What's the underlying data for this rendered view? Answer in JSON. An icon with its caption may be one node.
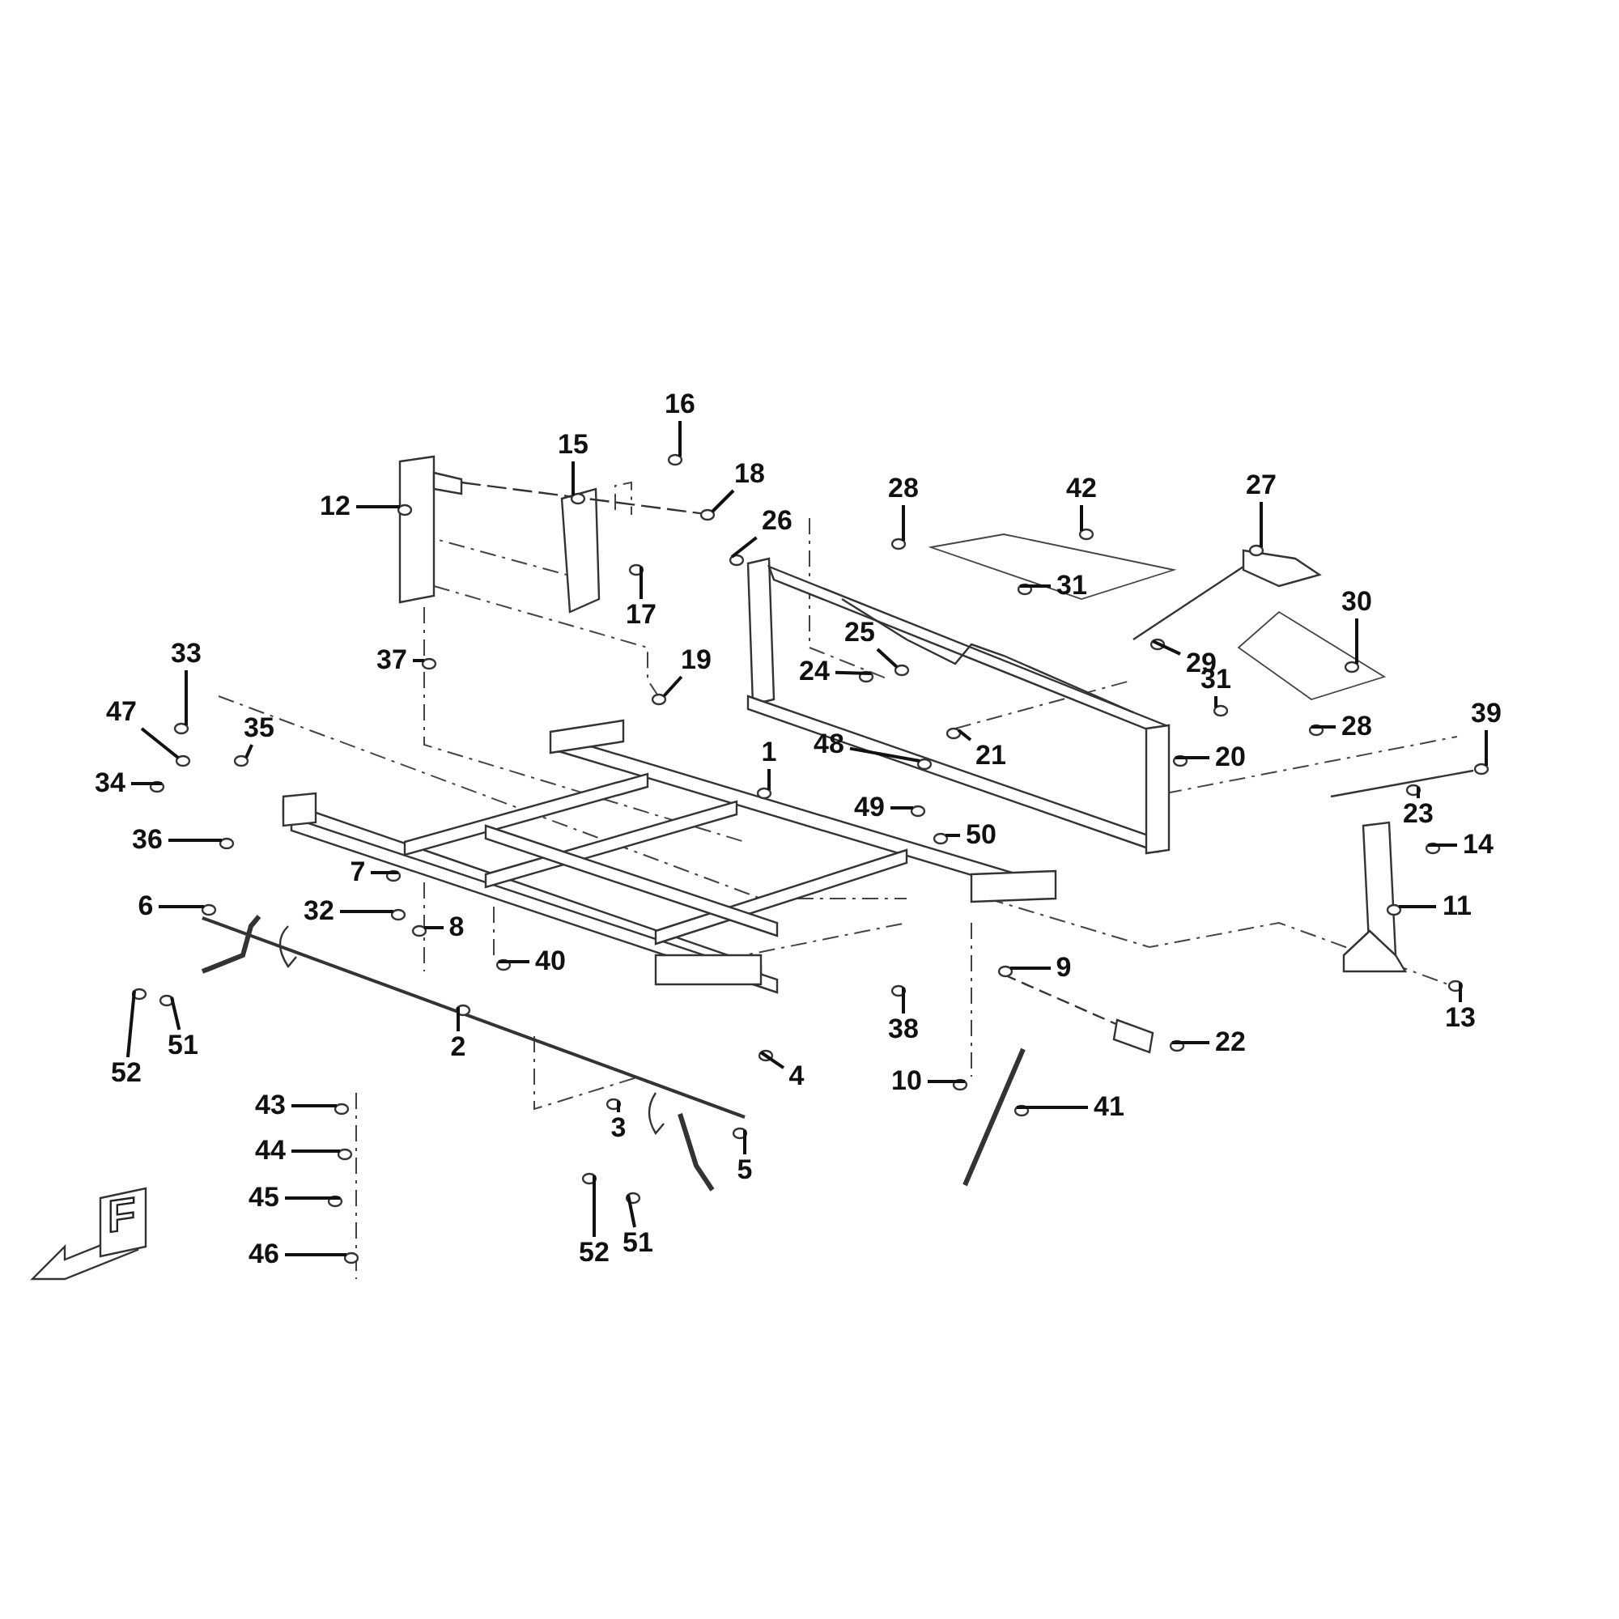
{
  "diagram": {
    "nodes": [
      {
        "text": [
          "16"
        ]
      },
      {
        "text": [
          "15"
        ]
      },
      {
        "text": [
          "18"
        ]
      },
      {
        "text": [
          "12"
        ]
      },
      {
        "text": [
          "28"
        ]
      },
      {
        "text": [
          "42"
        ]
      },
      {
        "text": [
          "27"
        ]
      },
      {
        "text": [
          "26"
        ]
      },
      {
        "text": [
          "17"
        ]
      },
      {
        "text": [
          "31"
        ]
      },
      {
        "text": [
          "30"
        ]
      },
      {
        "text": [
          "37"
        ]
      },
      {
        "text": [
          "19"
        ]
      },
      {
        "text": [
          "25"
        ]
      },
      {
        "text": [
          "24"
        ]
      },
      {
        "text": [
          "29"
        ]
      },
      {
        "text": [
          "33"
        ]
      },
      {
        "text": [
          "31"
        ]
      },
      {
        "text": [
          "35"
        ]
      },
      {
        "text": [
          "28"
        ]
      },
      {
        "text": [
          "39"
        ]
      },
      {
        "text": [
          "47"
        ]
      },
      {
        "text": [
          "21"
        ]
      },
      {
        "text": [
          "20"
        ]
      },
      {
        "text": [
          "1"
        ]
      },
      {
        "text": [
          "48"
        ]
      },
      {
        "text": [
          "34"
        ]
      },
      {
        "text": [
          "49"
        ]
      },
      {
        "text": [
          "23"
        ]
      },
      {
        "text": [
          "36"
        ]
      },
      {
        "text": [
          "50"
        ]
      },
      {
        "text": [
          "14"
        ]
      },
      {
        "text": [
          "7"
        ]
      },
      {
        "text": [
          "32"
        ]
      },
      {
        "text": [
          "11"
        ]
      },
      {
        "text": [
          "6"
        ]
      },
      {
        "text": [
          "8"
        ]
      },
      {
        "text": [
          "40"
        ]
      },
      {
        "text": [
          "9"
        ]
      },
      {
        "text": [
          "52"
        ]
      },
      {
        "text": [
          "51"
        ]
      },
      {
        "text": [
          "2"
        ]
      },
      {
        "text": [
          "38"
        ]
      },
      {
        "text": [
          "22"
        ]
      },
      {
        "text": [
          "13"
        ]
      },
      {
        "text": [
          "4"
        ]
      },
      {
        "text": [
          "10"
        ]
      },
      {
        "text": [
          "43"
        ]
      },
      {
        "text": [
          "3"
        ]
      },
      {
        "text": [
          "41"
        ]
      },
      {
        "text": [
          "5"
        ]
      },
      {
        "text": [
          "44"
        ]
      },
      {
        "text": [
          "45"
        ]
      },
      {
        "text": [
          "46"
        ]
      },
      {
        "text": [
          "52"
        ]
      },
      {
        "text": [
          "51"
        ]
      }
    ],
    "edges": [
      {
        "from": 0,
        "to": null,
        "arrow": "none"
      },
      {
        "from": 1,
        "to": null,
        "arrow": "none"
      },
      {
        "from": 2,
        "to": null,
        "arrow": "none"
      },
      {
        "from": 3,
        "to": null,
        "arrow": "none"
      },
      {
        "from": 4,
        "to": null,
        "arrow": "none"
      },
      {
        "from": 5,
        "to": null,
        "arrow": "none"
      },
      {
        "from": 6,
        "to": null,
        "arrow": "none"
      },
      {
        "from": 7,
        "to": null,
        "arrow": "none"
      },
      {
        "from": 8,
        "to": null,
        "arrow": "none"
      },
      {
        "from": 9,
        "to": null,
        "arrow": "none"
      },
      {
        "from": 10,
        "to": null,
        "arrow": "none"
      },
      {
        "from": 11,
        "to": null,
        "arrow": "none"
      },
      {
        "from": 12,
        "to": null,
        "arrow": "none"
      },
      {
        "from": 13,
        "to": null,
        "arrow": "none"
      },
      {
        "from": 14,
        "to": null,
        "arrow": "none"
      },
      {
        "from": 15,
        "to": null,
        "arrow": "none"
      },
      {
        "from": 16,
        "to": null,
        "arrow": "none"
      },
      {
        "from": 17,
        "to": null,
        "arrow": "none"
      },
      {
        "from": 18,
        "to": null,
        "arrow": "none"
      },
      {
        "from": 19,
        "to": null,
        "arrow": "none"
      },
      {
        "from": 20,
        "to": null,
        "arrow": "none"
      },
      {
        "from": 21,
        "to": null,
        "arrow": "none"
      },
      {
        "from": 22,
        "to": null,
        "arrow": "none"
      },
      {
        "from": 23,
        "to": null,
        "arrow": "none"
      },
      {
        "from": 24,
        "to": null,
        "arrow": "none"
      },
      {
        "from": 25,
        "to": null,
        "arrow": "none"
      },
      {
        "from": 26,
        "to": null,
        "arrow": "none"
      },
      {
        "from": 27,
        "to": null,
        "arrow": "none"
      },
      {
        "from": 28,
        "to": null,
        "arrow": "none"
      },
      {
        "from": 29,
        "to": null,
        "arrow": "none"
      },
      {
        "from": 30,
        "to": null,
        "arrow": "none"
      },
      {
        "from": 31,
        "to": null,
        "arrow": "none"
      },
      {
        "from": 32,
        "to": null,
        "arrow": "none"
      },
      {
        "from": 33,
        "to": null,
        "arrow": "none"
      },
      {
        "from": 34,
        "to": null,
        "arrow": "none"
      },
      {
        "from": 35,
        "to": null,
        "arrow": "none"
      },
      {
        "from": 36,
        "to": null,
        "arrow": "none"
      },
      {
        "from": 37,
        "to": null,
        "arrow": "none"
      },
      {
        "from": 38,
        "to": null,
        "arrow": "none"
      },
      {
        "from": 39,
        "to": null,
        "arrow": "none"
      },
      {
        "from": 40,
        "to": null,
        "arrow": "none"
      },
      {
        "from": 41,
        "to": null,
        "arrow": "none"
      },
      {
        "from": 42,
        "to": null,
        "arrow": "none"
      },
      {
        "from": 43,
        "to": null,
        "arrow": "none"
      },
      {
        "from": 44,
        "to": null,
        "arrow": "none"
      },
      {
        "from": 45,
        "to": null,
        "arrow": "none"
      },
      {
        "from": 46,
        "to": null,
        "arrow": "none"
      },
      {
        "from": 47,
        "to": null,
        "arrow": "none"
      },
      {
        "from": 48,
        "to": null,
        "arrow": "none"
      },
      {
        "from": 49,
        "to": null,
        "arrow": "none"
      },
      {
        "from": 50,
        "to": null,
        "arrow": "none"
      },
      {
        "from": 51,
        "to": null,
        "arrow": "none"
      },
      {
        "from": 52,
        "to": null,
        "arrow": "none"
      },
      {
        "from": 53,
        "to": null,
        "arrow": "none"
      },
      {
        "from": 54,
        "to": null,
        "arrow": "none"
      },
      {
        "from": 55,
        "to": null,
        "arrow": "none"
      }
    ],
    "labels": [
      "F"
    ]
  }
}
